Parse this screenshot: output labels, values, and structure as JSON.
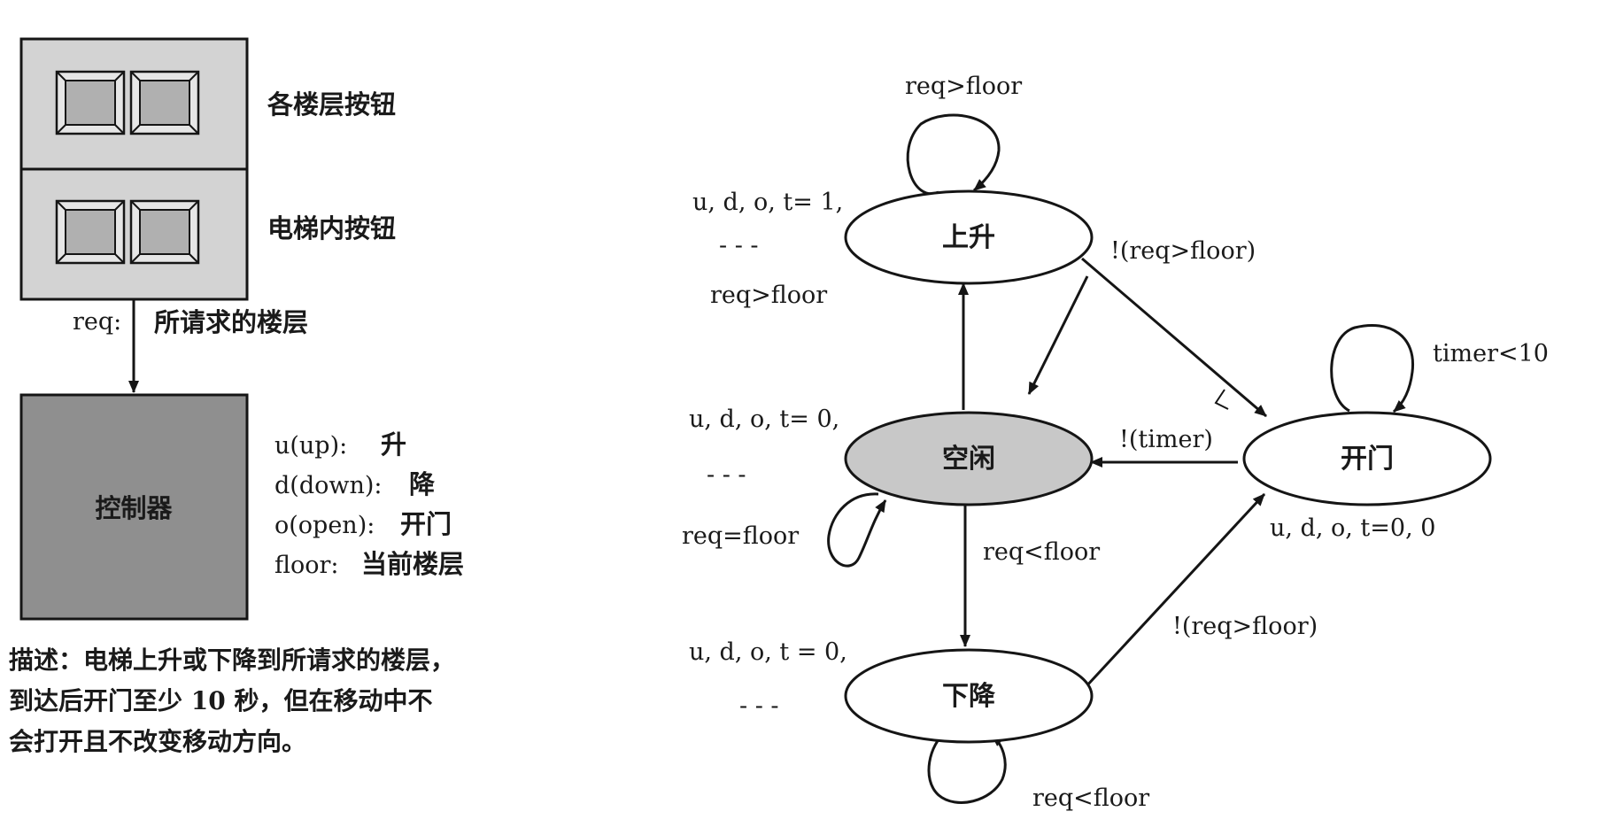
{
  "panel_labels": {
    "floor_buttons": "各楼层按钮",
    "elevator_buttons": "电梯内按钮",
    "req_prefix": "req:",
    "req_text": "所请求的楼层",
    "controller": "控制器"
  },
  "outputs": [
    {
      "code": "u(up):",
      "meaning": "升"
    },
    {
      "code": "d(down):",
      "meaning": "降"
    },
    {
      "code": "o(open):",
      "meaning": "开门"
    },
    {
      "code": "floor:",
      "meaning": "当前楼层"
    }
  ],
  "description": [
    "描述：电梯上升或下降到所请求的楼层，",
    "到达后开门至少 10 秒，但在移动中不",
    "会打开且不改变移动方向。"
  ],
  "states": {
    "up": "上升",
    "idle": "空闲",
    "open": "开门",
    "down": "下降"
  },
  "state_outputs": {
    "up_line1": "u, d, o, t= 1,",
    "up_line2": "- - -",
    "up_line3": "req>floor",
    "idle_line1": "u, d, o, t= 0,",
    "idle_line2": "- - -",
    "idle_line3": "req=floor",
    "down_line1": "u, d, o, t = 0,",
    "down_line2": "- - -",
    "open_line1": "u, d, o, t=0, 0"
  },
  "transitions": {
    "up_self": "req>floor",
    "up_to_open": "!(req>floor)",
    "open_self": "timer<10",
    "open_to_idle": "!(timer)",
    "idle_to_down": "req<floor",
    "down_to_open": "!(req>floor)",
    "down_self": "req<floor"
  },
  "colors": {
    "panel_light": "#d3d3d3",
    "controller_dark": "#8f8f8f",
    "idle_fill": "#c8c8c8",
    "button_face": "#b0b0b0",
    "line": "#151515"
  }
}
